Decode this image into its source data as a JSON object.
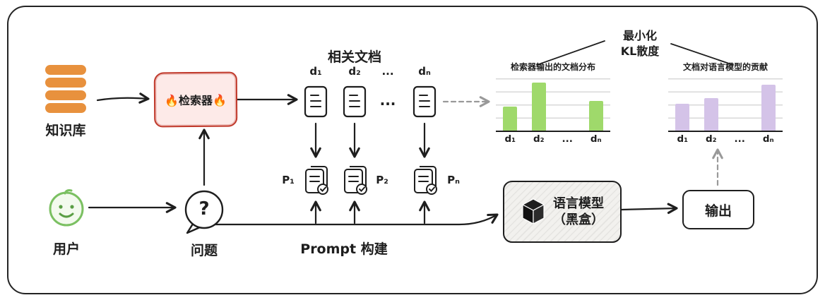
{
  "diagram": {
    "knowledge_base": {
      "label": "知识库"
    },
    "retriever": {
      "label": "🔥检索器🔥"
    },
    "relevant_docs": {
      "title": "相关文档",
      "labels": [
        "d₁",
        "d₂",
        "...",
        "dₙ"
      ],
      "icons_ellipsis": "..."
    },
    "user": {
      "label": "用户"
    },
    "question": {
      "label": "问题",
      "mark": "?"
    },
    "prompt": {
      "label": "Prompt 构建",
      "labels": [
        "P₁",
        "P₂",
        "Pₙ"
      ]
    },
    "language_model": {
      "line1": "语言模型",
      "line2": "（黑盒）"
    },
    "output": {
      "label": "输出"
    },
    "kl": {
      "line1": "最小化",
      "line2": "KL散度"
    },
    "colors": {
      "db_icon": "#e8913d",
      "retriever_border": "#c0392b",
      "retriever_fill": "#fdeae8",
      "user_icon": "#7bc062",
      "green_bar": "#9fd96b",
      "purple_bar": "#d4c3e8",
      "dashed_arrow": "#999999"
    }
  },
  "chart_data": [
    {
      "type": "bar",
      "title": "检索器输出的文档分布",
      "categories": [
        "d₁",
        "d₂",
        "...",
        "dₙ"
      ],
      "values": [
        0.45,
        0.9,
        null,
        0.55
      ],
      "bar_color": "#9fd96b",
      "xlabel": "",
      "ylabel": "",
      "ylim": [
        0,
        1
      ],
      "grid": true,
      "legend": false
    },
    {
      "type": "bar",
      "title": "文档对语言模型的贡献",
      "categories": [
        "d₁",
        "d₂",
        "...",
        "dₙ"
      ],
      "values": [
        0.5,
        0.6,
        null,
        0.85
      ],
      "bar_color": "#d4c3e8",
      "xlabel": "",
      "ylabel": "",
      "ylim": [
        0,
        1
      ],
      "grid": true,
      "legend": false
    }
  ]
}
